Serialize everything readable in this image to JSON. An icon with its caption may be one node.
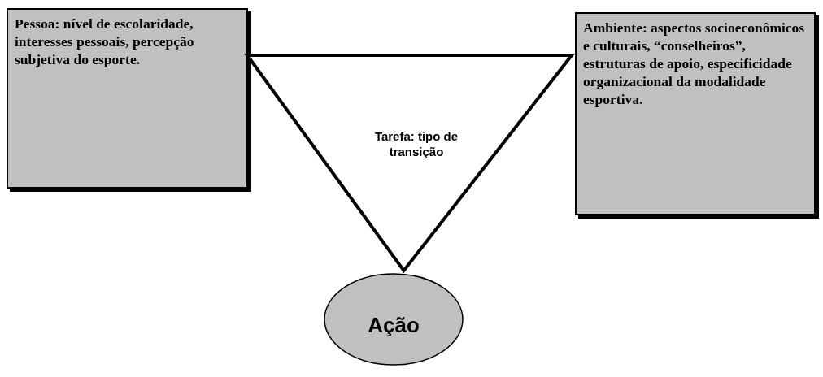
{
  "diagram": {
    "nodes": [
      {
        "text": [
          "Pessoa: nível de escolaridade, interesses pessoais, percepção subjetiva do esporte."
        ]
      },
      {
        "text": [
          "Tarefa: tipo de transição"
        ]
      },
      {
        "text": [
          "Ambiente: aspectos socioeconômicos e culturais, “conselheiros”, estruturas de apoio, especificidade organizacional da modalidade esportiva."
        ]
      },
      {
        "text": [
          "Ação"
        ]
      }
    ]
  }
}
